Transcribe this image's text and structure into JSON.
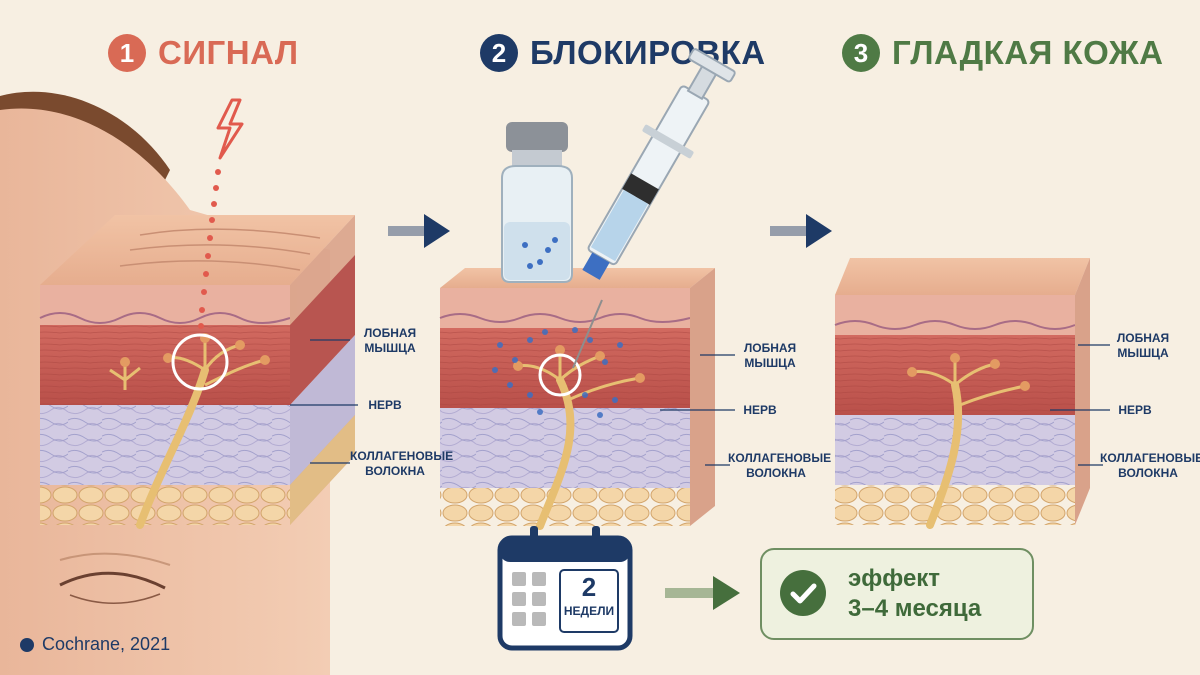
{
  "steps": [
    {
      "num": "1",
      "title": "СИГНАЛ",
      "color": "#d96a55"
    },
    {
      "num": "2",
      "title": "БЛОКИРОВКА",
      "color": "#1e3a66"
    },
    {
      "num": "3",
      "title": "ГЛАДКАЯ КОЖА",
      "color": "#4f7a45"
    }
  ],
  "labels": {
    "muscle_line1": "ЛОБНАЯ",
    "muscle_line2": "МЫШЦА",
    "nerve": "НЕРВ",
    "collagen_line1": "КОЛЛАГЕНОВЫЕ",
    "collagen_line2": "ВОЛОКНА"
  },
  "calendar": {
    "number": "2",
    "unit": "НЕДЕЛИ"
  },
  "effect": {
    "line1": "эффект",
    "line2": "3–4 месяца"
  },
  "citation": "Cochrane, 2021",
  "colors": {
    "background": "#f7efe2",
    "navy": "#1e3a66",
    "coral": "#d96a55",
    "green": "#4f7a45",
    "muscle": "#c65a52",
    "nerve": "#e7bf72",
    "collagen": "#c7c3df"
  }
}
